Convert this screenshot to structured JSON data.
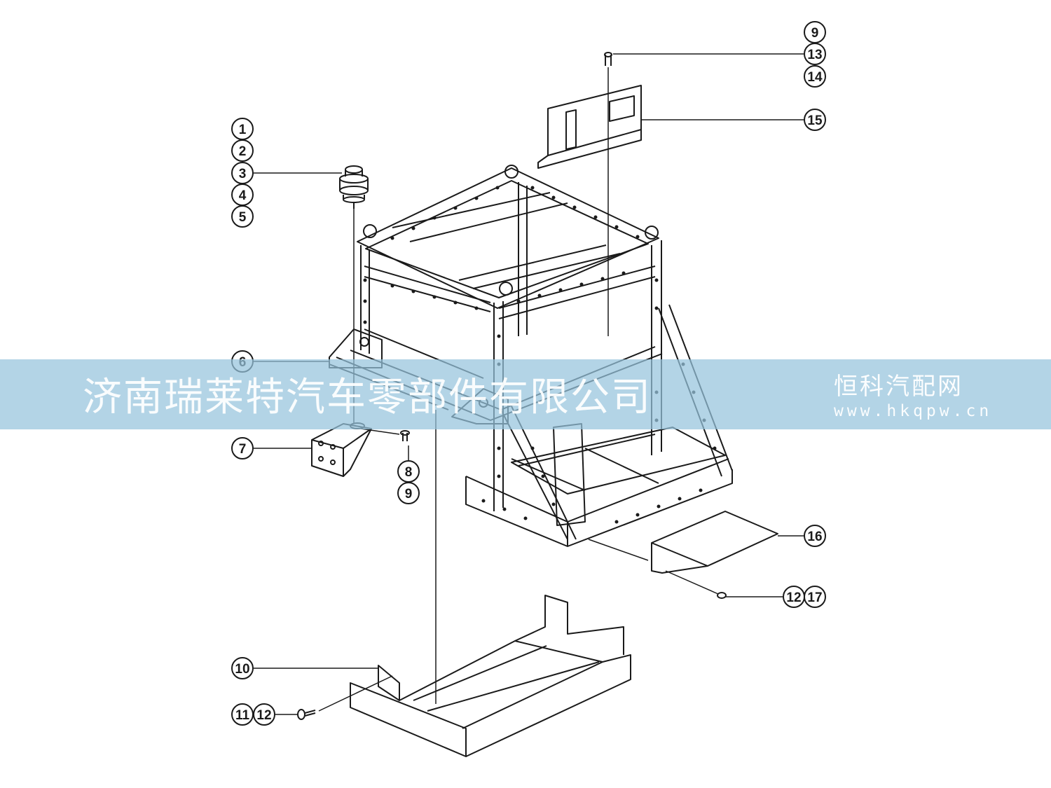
{
  "callouts": {
    "c1": "1",
    "c2": "2",
    "c3": "3",
    "c4": "4",
    "c5": "5",
    "c6": "6",
    "c7": "7",
    "c8": "8",
    "c9a": "9",
    "c9b": "9",
    "c10": "10",
    "c11": "11",
    "c12a": "12",
    "c12b": "12",
    "c13": "13",
    "c14": "14",
    "c15": "15",
    "c16": "16",
    "c17": "17"
  },
  "watermark": {
    "company": "济南瑞莱特汽车零部件有限公司",
    "brand": "恒科汽配网",
    "url": "www.hkqpw.cn"
  },
  "colors": {
    "line": "#1a1a1a",
    "watermark_band": "#96c4dc"
  }
}
